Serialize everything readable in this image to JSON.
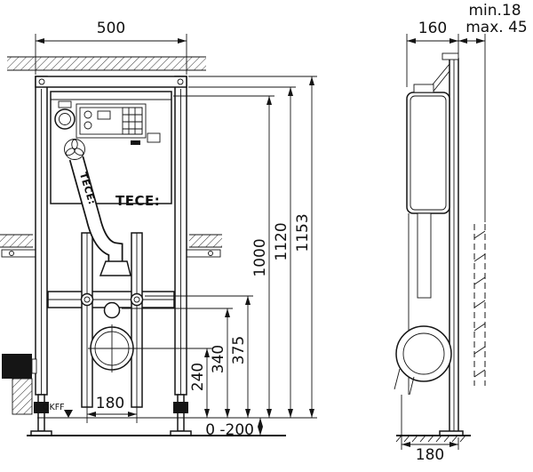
{
  "dims": {
    "front_width": "500",
    "depth": "160",
    "wall_min": "min.18",
    "wall_max": "max. 45",
    "total_height": "1153",
    "frame_height": "1120",
    "flush_height": "1000",
    "h_375": "375",
    "h_340": "340",
    "h_240": "240",
    "bolt_spacing": "180",
    "floor_range": "0 -200",
    "side_bottom_depth": "180"
  },
  "labels": {
    "floor_marker": "OKFF",
    "brand": "TECE:",
    "brand_pipe": "TECE:"
  },
  "colors": {
    "line": "#151515",
    "background": "#ffffff"
  }
}
